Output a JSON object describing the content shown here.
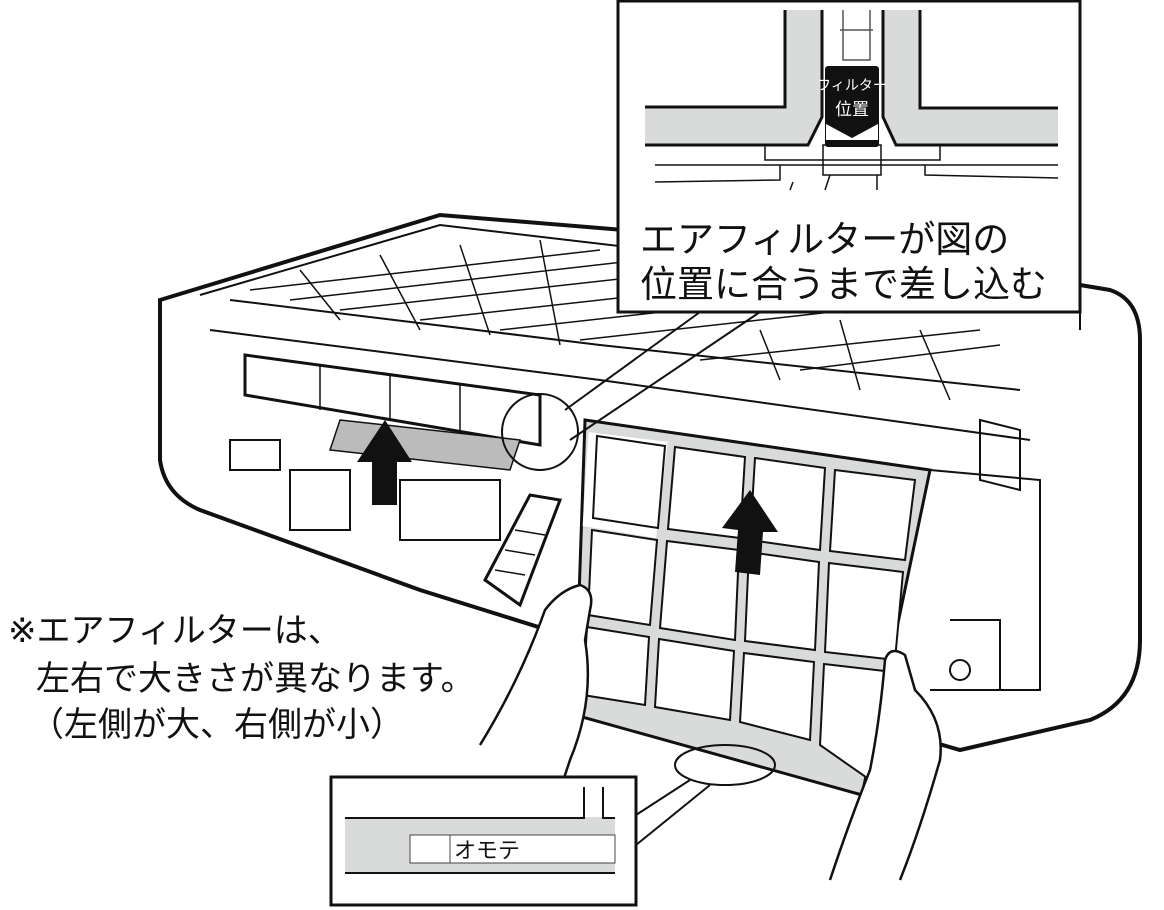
{
  "top_inset": {
    "marker_label_line1": "フィルター",
    "marker_label_line2": "位置",
    "instruction_line1": "エアフィルターが図の",
    "instruction_line2": "位置に合うまで差し込む"
  },
  "side_note": {
    "line1": "※エアフィルターは、",
    "line2": "左右で大きさが異なります。",
    "line3": "（左側が大、右側が小）"
  },
  "bottom_inset": {
    "label": "オモテ"
  },
  "colors": {
    "line": "#111111",
    "fill_gray": "#d9dada",
    "background": "#ffffff"
  }
}
